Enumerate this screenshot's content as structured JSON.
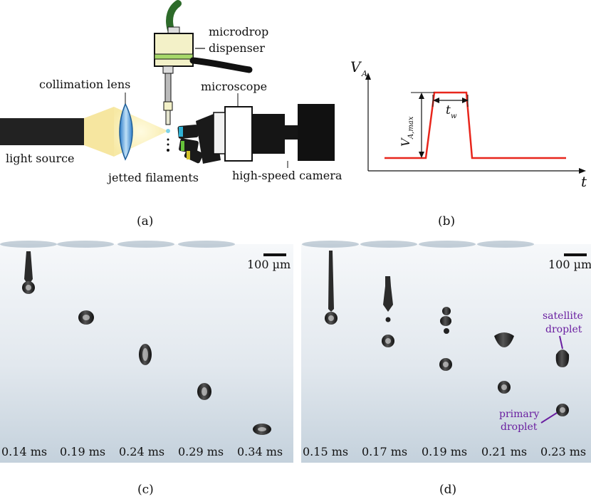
{
  "panel_a": {
    "caption": "(a)",
    "labels": {
      "microdrop_dispenser_line1": "microdrop",
      "microdrop_dispenser_line2": "dispenser",
      "microscope": "microscope",
      "collimation_lens": "collimation lens",
      "light_source": "light source",
      "jetted_filaments": "jetted filaments",
      "high_speed_camera": "high-speed camera"
    }
  },
  "panel_b": {
    "caption": "(b)",
    "ylabel_main": "V",
    "ylabel_sub": "A",
    "xlabel": "t",
    "vmax_main": "V",
    "vmax_sub": "A,max",
    "tw_main": "t",
    "tw_sub": "w",
    "pulse_color": "#e8261c"
  },
  "panel_c": {
    "caption": "(c)",
    "scale_bar": "100 µm",
    "times": [
      "0.14 ms",
      "0.19 ms",
      "0.24 ms",
      "0.29 ms",
      "0.34 ms"
    ]
  },
  "panel_d": {
    "caption": "(d)",
    "scale_bar": "100 µm",
    "times": [
      "0.15 ms",
      "0.17 ms",
      "0.19 ms",
      "0.21 ms",
      "0.23 ms"
    ],
    "satellite_line1": "satellite",
    "satellite_line2": "droplet",
    "primary_line1": "primary",
    "primary_line2": "droplet",
    "annotation_color": "#6a1fa0"
  }
}
